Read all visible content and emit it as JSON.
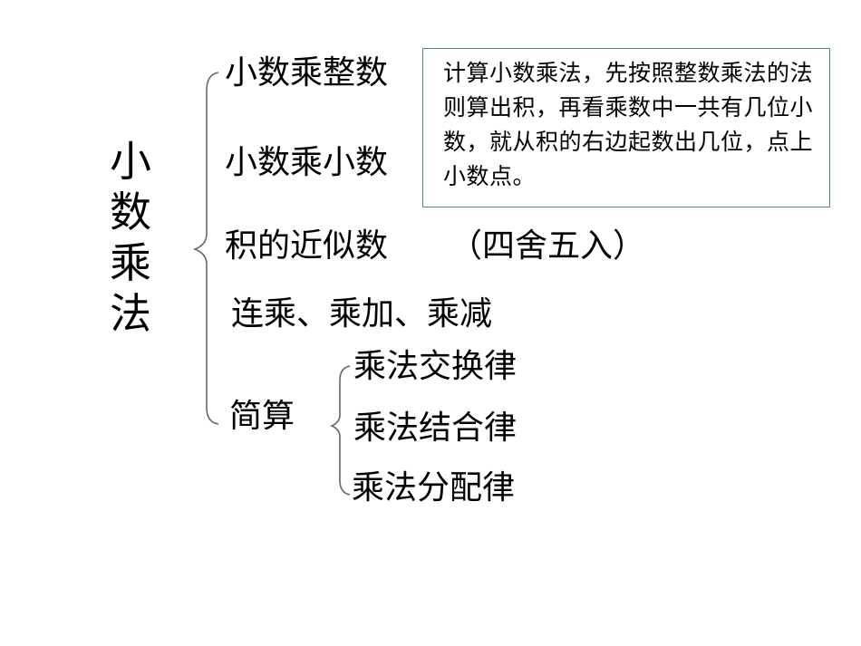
{
  "slide": {
    "title_chars": [
      "小",
      "数",
      "乘",
      "法"
    ],
    "branches": {
      "decimal_times_integer": "小数乘整数",
      "decimal_times_decimal": "小数乘小数",
      "product_approx": "积的近似数",
      "rounding_note": "（四舍五入）",
      "mixed_ops": "连乘、乘加、乘减",
      "simplification": "简算"
    },
    "laws": [
      "乘法交换律",
      "乘法结合律",
      "乘法分配律"
    ],
    "note": {
      "text": "计算小数乘法，先按照整数乘法的法则算出积，再看乘数中一共有几位小数，就从积的右边起数出几位，点上小数点。",
      "border_color": "#4e8f6a"
    },
    "colors": {
      "brace": "#666666",
      "text": "#000000",
      "background": "#ffffff"
    }
  }
}
